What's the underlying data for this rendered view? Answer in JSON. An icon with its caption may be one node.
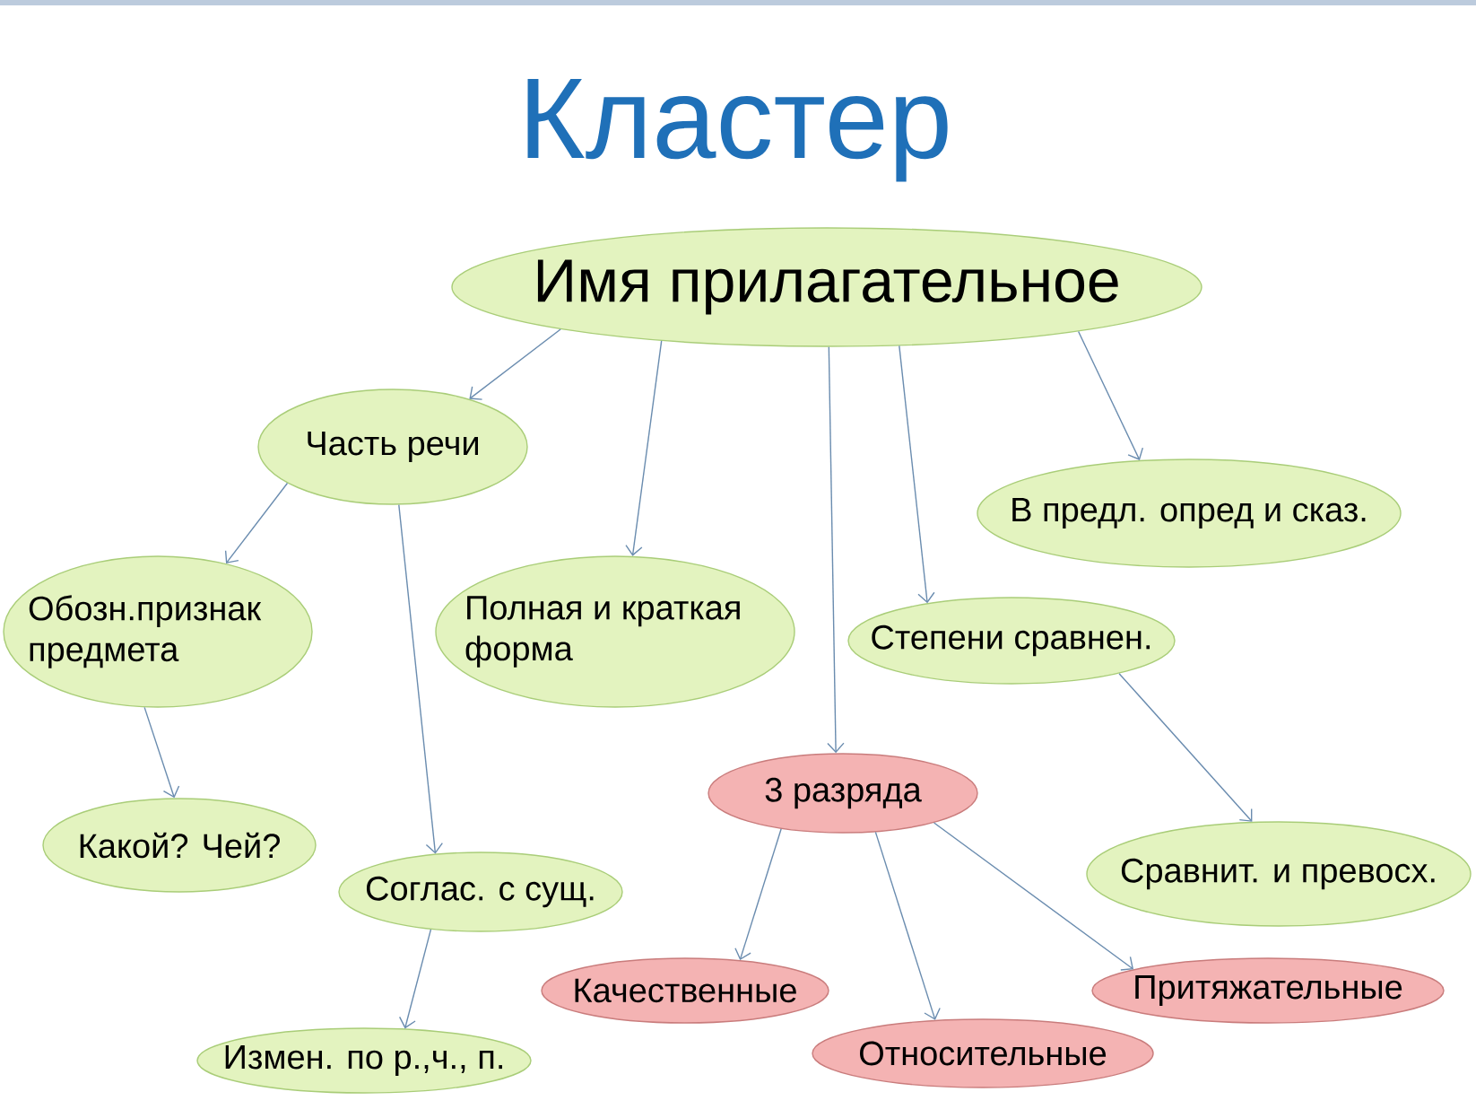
{
  "diagram": {
    "title": "Кластер",
    "nodes": [
      {
        "text": [
          "Имя прилагательное"
        ]
      },
      {
        "text": [
          "Часть речи"
        ]
      },
      {
        "text": [
          "В предл. опред и сказ."
        ]
      },
      {
        "text": [
          "Обозн.признак предмета"
        ]
      },
      {
        "text": [
          "Полная и краткая форма"
        ]
      },
      {
        "text": [
          "Степени сравнен."
        ]
      },
      {
        "text": [
          "3 разряда"
        ]
      },
      {
        "text": [
          "Какой? Чей?"
        ]
      },
      {
        "text": [
          "Соглас. с сущ."
        ]
      },
      {
        "text": [
          "Сравнит. и превосх."
        ]
      },
      {
        "text": [
          "Качественные"
        ]
      },
      {
        "text": [
          "Притяжательные"
        ]
      },
      {
        "text": [
          "Относительные"
        ]
      },
      {
        "text": [
          "Измен. по р.,ч., п."
        ]
      }
    ],
    "edges": [
      {
        "from": 0,
        "to": 1,
        "arrow": "to"
      },
      {
        "from": 0,
        "to": 4,
        "arrow": "to"
      },
      {
        "from": 0,
        "to": 6,
        "arrow": "to"
      },
      {
        "from": 0,
        "to": 5,
        "arrow": "to"
      },
      {
        "from": 0,
        "to": 2,
        "arrow": "to"
      },
      {
        "from": 1,
        "to": 3,
        "arrow": "to"
      },
      {
        "from": 1,
        "to": 8,
        "arrow": "to"
      },
      {
        "from": 3,
        "to": 7,
        "arrow": "to"
      },
      {
        "from": 5,
        "to": 9,
        "arrow": "to"
      },
      {
        "from": 6,
        "to": 10,
        "arrow": "to"
      },
      {
        "from": 6,
        "to": 12,
        "arrow": "to"
      },
      {
        "from": 6,
        "to": 11,
        "arrow": "to"
      },
      {
        "from": 8,
        "to": 13,
        "arrow": "to"
      }
    ]
  }
}
